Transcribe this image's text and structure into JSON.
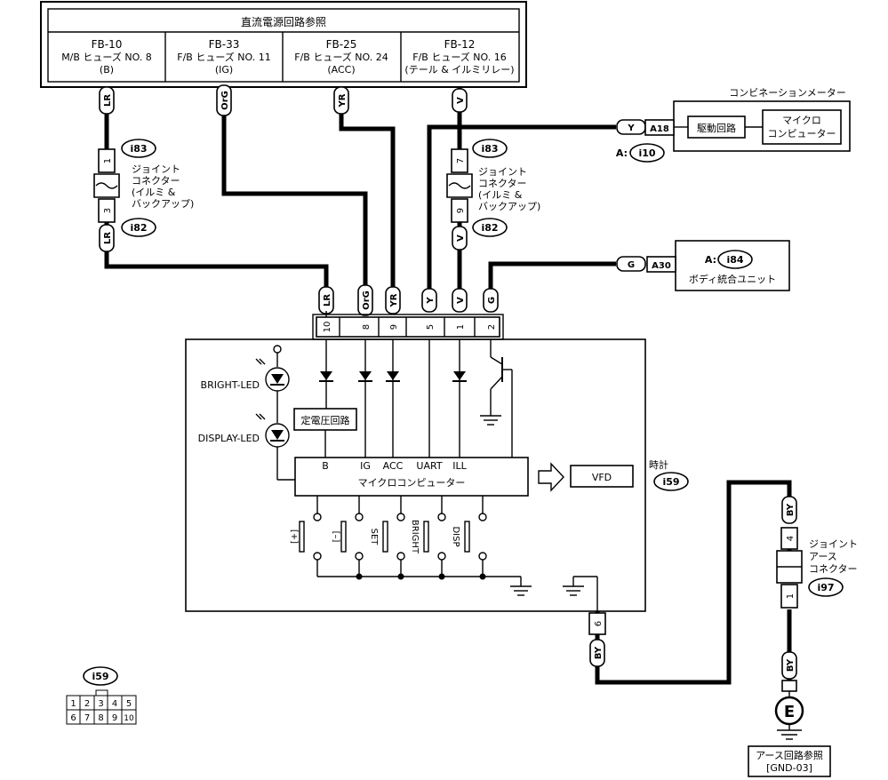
{
  "header": {
    "title": "直流電源回路参照",
    "fuses": [
      {
        "code": "FB-10",
        "line1": "M/B ヒューズ NO. 8",
        "line2": "(B)"
      },
      {
        "code": "FB-33",
        "line1": "F/B ヒューズ NO. 11",
        "line2": "(IG)"
      },
      {
        "code": "FB-25",
        "line1": "F/B ヒューズ NO. 24",
        "line2": "(ACC)"
      },
      {
        "code": "FB-12",
        "line1": "F/B ヒューズ NO. 16",
        "line2": "(テール & イルミリレー)"
      }
    ]
  },
  "wires": {
    "lr": "LR",
    "org": "OrG",
    "yr": "YR",
    "v": "V",
    "y": "Y",
    "g": "G",
    "by": "BY"
  },
  "pins": {
    "p10": "10",
    "p8": "8",
    "p9": "9",
    "p5": "5",
    "p1": "1",
    "p2": "2",
    "p6": "6",
    "p7": "7",
    "p3": "3",
    "p4": "4",
    "p1b": "1",
    "p9b": "9",
    "p1c": "1",
    "p1d": "1"
  },
  "joint_left": {
    "top": "i83",
    "bottom": "i82",
    "lines": [
      "ジョイント",
      "コネクター",
      "(イルミ &",
      "バックアップ)"
    ]
  },
  "joint_right": {
    "top": "i83",
    "bottom": "i82",
    "lines": [
      "ジョイント",
      "コネクター",
      "(イルミ &",
      "バックアップ)"
    ]
  },
  "meter": {
    "title": "コンビネーションメーター",
    "pin": "A18",
    "ref_prefix": "A:",
    "ref": "i10",
    "drive": "駆動回路",
    "mc1": "マイクロ",
    "mc2": "コンピューター"
  },
  "body_unit": {
    "pin": "A30",
    "ref_prefix": "A:",
    "ref": "i84",
    "name": "ボディ統合ユニット"
  },
  "clock": {
    "name": "時計",
    "ref": "i59",
    "bright_led": "BRIGHT-LED",
    "display_led": "DISPLAY-LED",
    "regulator": "定電圧回路",
    "mcu_pins": [
      "B",
      "IG",
      "ACC",
      "UART",
      "ILL"
    ],
    "mcu": "マイクロコンピューター",
    "vfd": "VFD",
    "switches": [
      "[+]",
      "[–]",
      "SET",
      "BRIGHT",
      "DISP"
    ]
  },
  "earth_joint": {
    "ref": "i97",
    "lines": [
      "ジョイント",
      "アース",
      "コネクター"
    ]
  },
  "earth": {
    "symbol": "E",
    "ref1": "アース回路参照",
    "ref2": "[GND-03]"
  },
  "connector_legend": {
    "ref": "i59",
    "row1": [
      "1",
      "2",
      "3",
      "4",
      "5"
    ],
    "row2": [
      "6",
      "7",
      "8",
      "9",
      "10"
    ]
  }
}
